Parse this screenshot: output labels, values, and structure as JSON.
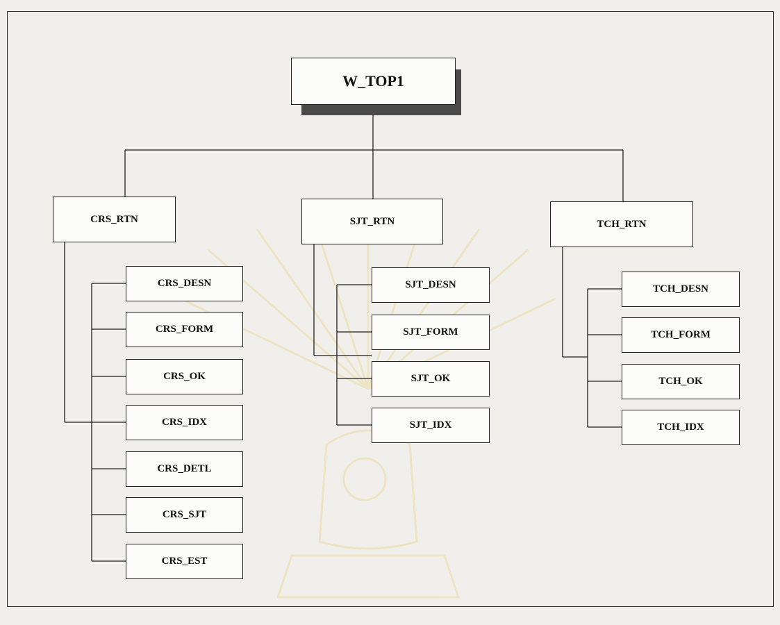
{
  "diagram": {
    "root": "W_TOP1",
    "branches": [
      {
        "label": "CRS_RTN",
        "children": [
          "CRS_DESN",
          "CRS_FORM",
          "CRS_OK",
          "CRS_IDX",
          "CRS_DETL",
          "CRS_SJT",
          "CRS_EST"
        ]
      },
      {
        "label": "SJT_RTN",
        "children": [
          "SJT_DESN",
          "SJT_FORM",
          "SJT_OK",
          "SJT_IDX"
        ]
      },
      {
        "label": "TCH_RTN",
        "children": [
          "TCH_DESN",
          "TCH_FORM",
          "TCH_OK",
          "TCH_IDX"
        ]
      }
    ]
  },
  "colors": {
    "border": "#1e1e1e",
    "shadow": "#4a4a4a",
    "background": "#f1efec",
    "watermark": "#e8d27a"
  }
}
